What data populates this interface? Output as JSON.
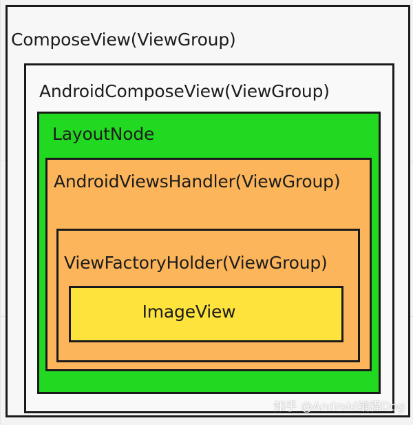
{
  "diagram": {
    "compose_view": {
      "label": "ComposeView(ViewGroup)",
      "color": "#f7f7f7"
    },
    "android_compose_view": {
      "label": "AndroidComposeView(ViewGroup)",
      "color": "#f9f9f9"
    },
    "layout_node": {
      "label": "LayoutNode",
      "color": "#22d922"
    },
    "android_views_handler": {
      "label": "AndroidViewsHandler(ViewGroup)",
      "color": "#fcb55a"
    },
    "view_factory_holder": {
      "label": "ViewFactoryHolder(ViewGroup)",
      "color": "#fcb55a"
    },
    "image_view": {
      "label": "ImageView",
      "color": "#fde33c"
    }
  },
  "watermark": {
    "text": "知乎 @Android编程Dog"
  }
}
